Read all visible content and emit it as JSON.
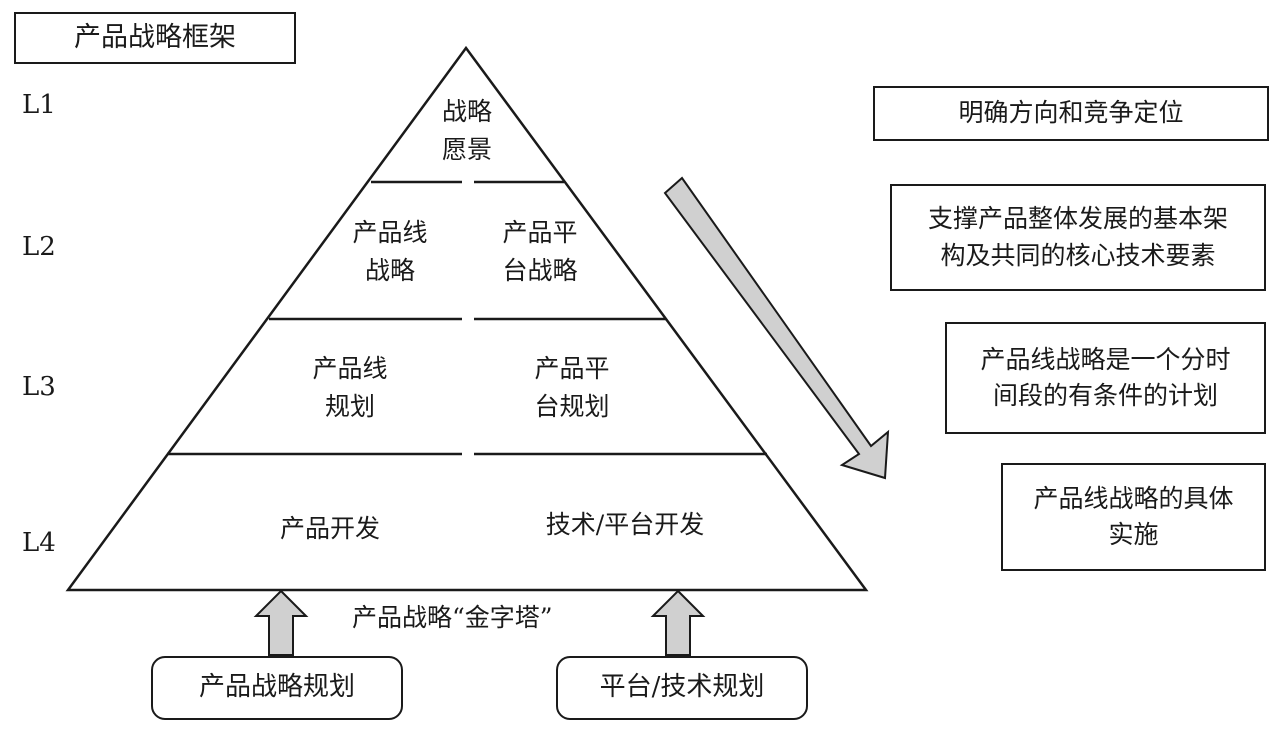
{
  "title": "产品战略框架",
  "levels": [
    "L1",
    "L2",
    "L3",
    "L4"
  ],
  "pyramid": {
    "l1": "战略\n愿景",
    "l2_left": "产品线\n战略",
    "l2_right": "产品平\n台战略",
    "l3_left": "产品线\n规划",
    "l3_right": "产品平\n台规划",
    "l4_left": "产品开发",
    "l4_right": "技术/平台开发",
    "caption": "产品战略“金字塔”"
  },
  "right_notes": [
    "明确方向和竞争定位",
    "支撑产品整体发展的基本架\n构及共同的核心技术要素",
    "产品线战略是一个分时\n间段的有条件的计划",
    "产品线战略的具体\n实施"
  ],
  "bottom_inputs": {
    "left": "产品战略规划",
    "right": "平台/技术规划"
  },
  "colors": {
    "line": "#1a1a1a",
    "arrow_fill": "#d0d0d0"
  }
}
